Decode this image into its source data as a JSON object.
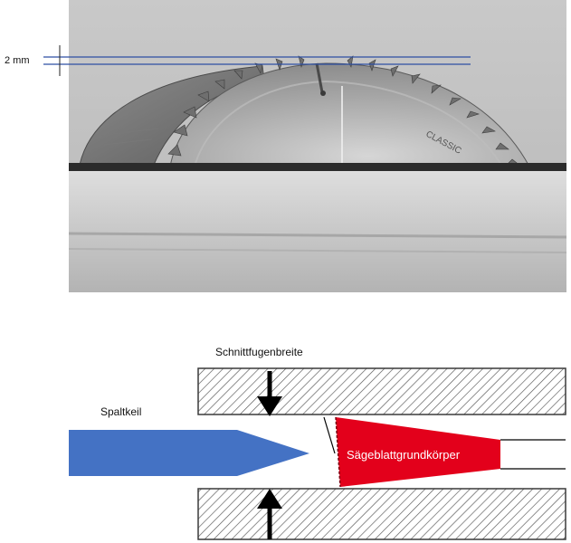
{
  "photo": {
    "measurement_label": "2 mm",
    "blade_brand_text": "CLASSIC"
  },
  "diagram": {
    "kerf_label": "Schnittfugenbreite",
    "riving_knife_label": "Spaltkeil",
    "blade_body_label": "Sägeblattgrundkörper"
  },
  "colors": {
    "riving_knife_fill": "#4472c4",
    "blade_body_fill": "#e0001b",
    "guide_line": "#2d4fa3"
  }
}
